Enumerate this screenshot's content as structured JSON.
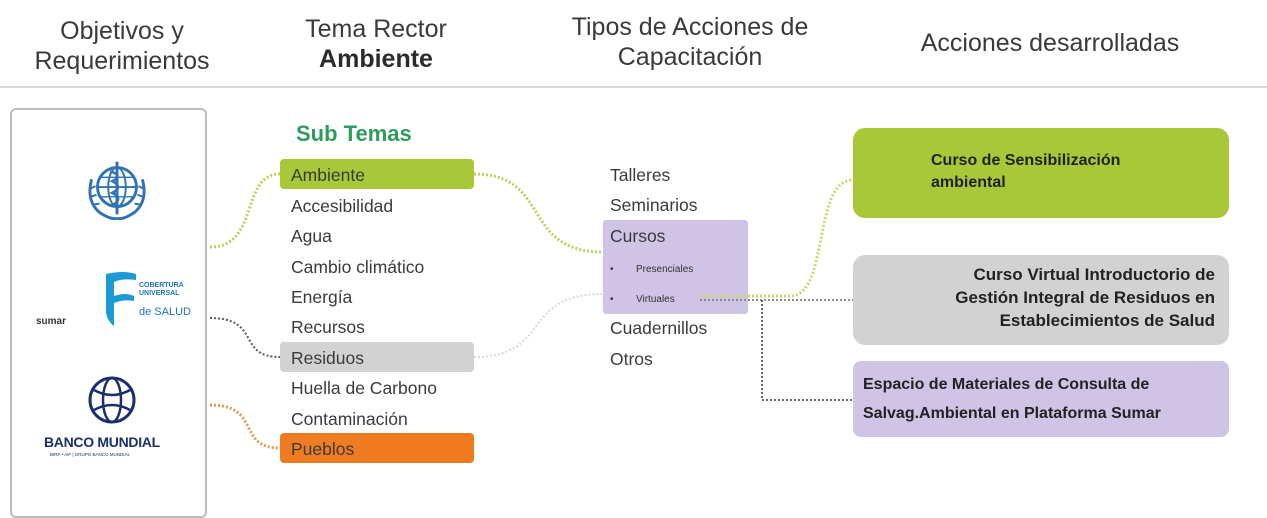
{
  "headers": {
    "col1_line1": "Objetivos y",
    "col1_line2": "Requerimientos",
    "col2_line1": "Tema Rector",
    "col2_line2": "Ambiente",
    "col3_line1": "Tipos de Acciones de",
    "col3_line2": "Capacitación",
    "col4": "Acciones desarrolladas"
  },
  "organizations": {
    "who_icon": "who-emblem-icon",
    "sumar_label": "sumar",
    "cobertura_line1": "COBERTURA",
    "cobertura_line2": "UNIVERSAL",
    "cobertura_line3": "de SALUD",
    "world_bank_name": "BANCO MUNDIAL",
    "world_bank_sub": "BIRF • AIF | GRUPO BANCO MUNDIAL"
  },
  "subtemas": {
    "title": "Sub Temas",
    "items": [
      "Ambiente",
      "Accesibilidad",
      "Agua",
      "Cambio climático",
      "Energía",
      "Recursos",
      "Residuos",
      "Huella de Carbono",
      "Contaminación",
      "Pueblos"
    ]
  },
  "tipos": {
    "items": [
      "Talleres",
      "Seminarios",
      "Cursos",
      "Cuadernillos",
      "Otros"
    ],
    "cursos_sub": [
      "Presenciales",
      "Virtuales"
    ]
  },
  "acciones": {
    "a1_line1": "Curso de Sensibilización",
    "a1_line2": "ambiental",
    "a2_line1": "Curso Virtual Introductorio de",
    "a2_line2": "Gestión Integral de Residuos en",
    "a2_line3": "Establecimientos de Salud",
    "a3_line1": "Espacio de Materiales de Consulta de",
    "a3_line2": "Salvag.Ambiental en Plataforma Sumar"
  },
  "colors": {
    "green": "#a8c83a",
    "gray": "#d2d2d2",
    "lavender": "#cfc3e6",
    "orange": "#f07c22",
    "title_green": "#2e9c5c"
  }
}
